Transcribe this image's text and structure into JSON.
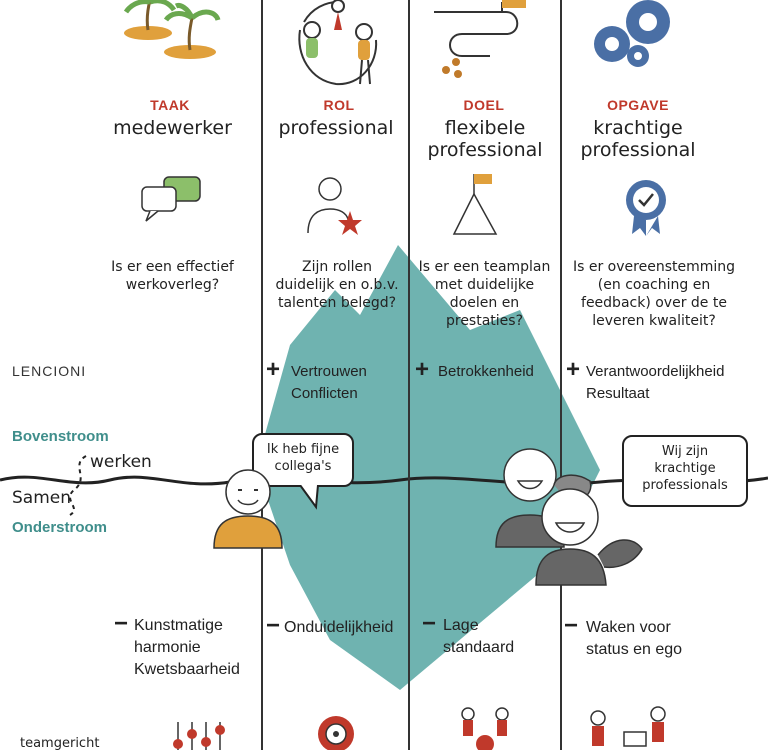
{
  "columns": [
    {
      "title": "TAAK",
      "subtitle": "medewerker",
      "question": "Is er een effectief werkoverleg?",
      "positive_lines": [],
      "negative_lines": [
        "Kunstmatige",
        "harmonie",
        "Kwetsbaarheid"
      ]
    },
    {
      "title": "ROL",
      "subtitle": "professional",
      "question": "Zijn rollen duidelijk en o.b.v. talenten belegd?",
      "positive_lines": [
        "Vertrouwen",
        "Conflicten"
      ],
      "negative_lines": [
        "Onduidelijkheid"
      ]
    },
    {
      "title": "DOEL",
      "subtitle": "flexibele professional",
      "question": "Is er een teamplan met duidelijke doelen en prestaties?",
      "positive_lines": [
        "Betrokkenheid"
      ],
      "negative_lines": [
        "Lage",
        "standaard"
      ]
    },
    {
      "title": "OPGAVE",
      "subtitle": "krachtige professional",
      "question": "Is er overeenstemming (en coaching en feedback) over de te leveren kwaliteit?",
      "positive_lines": [
        "Verantwoordelijkheid",
        "Resultaat"
      ],
      "negative_lines": [
        "Waken voor",
        "status en ego"
      ]
    }
  ],
  "labels": {
    "lencioni": "LENCIONI",
    "bovenstroom": "Bovenstroom",
    "onderstroom": "Onderstroom",
    "samen": "Samen",
    "werken": "werken",
    "teamgericht": "teamgericht",
    "plus": "+",
    "minus": "−"
  },
  "bubbles": {
    "left": "Ik heb fijne collega's",
    "right": "Wij zijn krachtige professionals"
  },
  "colors": {
    "accent_red": "#c0392b",
    "teal": "#6fb3b0",
    "teal_text": "#3f8e8b",
    "orange": "#e0a03c"
  }
}
